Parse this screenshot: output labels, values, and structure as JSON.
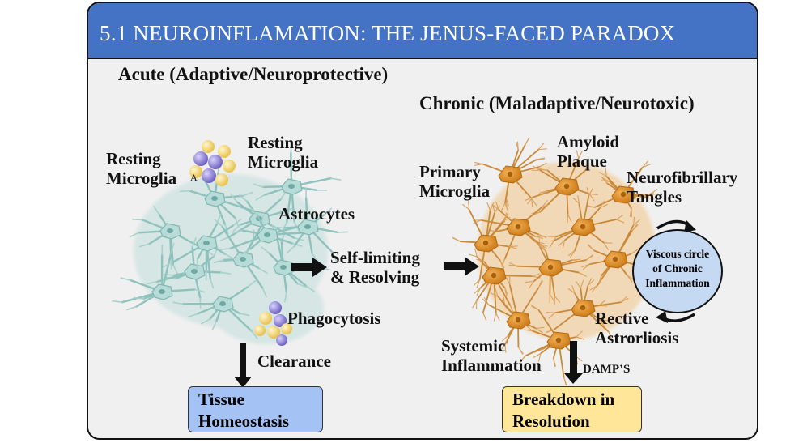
{
  "title": "5.1 NEUROINFLAMATION: THE JENUS-FACED PARADOX",
  "acute": {
    "heading": "Acute (Adaptive/Neuroprotective)",
    "resting_microglia_1": "Resting\nMicroglia",
    "resting_microglia_2": "Resting\nMicroglia",
    "astrocytes": "Astrocytes",
    "phagocytosis": "Phagocytosis",
    "clearance": "Clearance",
    "outcome": "Tissue\nHomeostasis",
    "stray_glyph": "A"
  },
  "transition": "Self-limiting\n& Resolving",
  "chronic": {
    "heading": "Chronic (Maladaptive/Neurotoxic)",
    "primary_microglia": "Primary\nMicroglia",
    "amyloid_plaque": "Amyloid\nPlaque",
    "neurofibrillary_tangles": "Neurofibrillary\nTangles",
    "cycle_label": "Viscous circle\nof Chronic\nInflammation",
    "reactive_astrogliosis": "Rective\nAstrorliosis",
    "systemic_inflammation": "Systemic\nInflammation",
    "damps": "DAMP’S",
    "outcome": "Breakdown in\nResolution"
  },
  "colors": {
    "banner": "#4472c4",
    "card_background": "#f0f0f0",
    "tissue_box": "#a4c2f4",
    "breakdown_box": "#ffe699",
    "cycle_fill": "#c5d9f3",
    "astrocyte_teal": "#7fb7b2",
    "neuron_orange": "#d98b2b",
    "microglia_purple": "#8a7fd0",
    "microglia_yellow": "#f5dc7a"
  }
}
